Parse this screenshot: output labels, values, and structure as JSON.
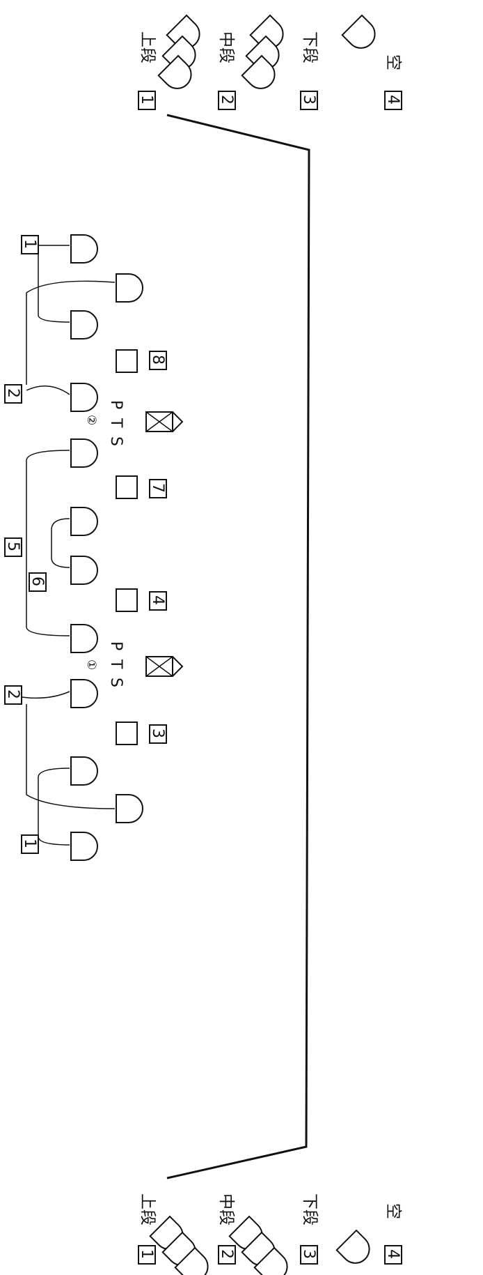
{
  "tiers": {
    "top": {
      "upper": "上段",
      "middle": "中段",
      "lower": "下段",
      "empty": "空"
    },
    "bottom": {
      "upper": "上段",
      "middle": "中段",
      "lower": "下段",
      "empty": "空"
    },
    "box_top": {
      "upper": "1",
      "middle": "2",
      "lower": "3",
      "empty": "4"
    },
    "box_bottom": {
      "upper": "1",
      "middle": "2",
      "lower": "3",
      "empty": "4"
    }
  },
  "groups": {
    "g1_upper": "1",
    "g2_upper": "2",
    "g5": "5",
    "g6": "6",
    "g2_lower": "2",
    "g1_lower": "1"
  },
  "positions": {
    "p8": "8",
    "p7": "7",
    "p4": "4",
    "p3": "3"
  },
  "pts": {
    "upper": {
      "letters": [
        "P",
        "T",
        "S"
      ],
      "number": "②"
    },
    "lower": {
      "letters": [
        "P",
        "T",
        "S"
      ],
      "number": "①"
    }
  },
  "colors": {
    "line": "#111111",
    "background": "#ffffff"
  }
}
